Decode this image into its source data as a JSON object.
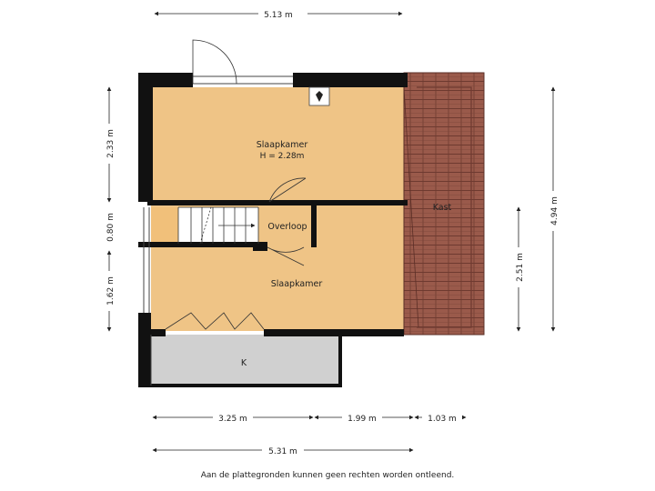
{
  "dimensions": {
    "top": "5.13 m",
    "left_upper": "2.33 m",
    "left_middle": "0.80 m",
    "left_lower": "1.62 m",
    "right_inner": "2.51 m",
    "right_outer": "4.94 m",
    "bottom_a": "3.25 m",
    "bottom_b": "1.99 m",
    "bottom_c": "1.03 m",
    "bottom_total": "5.31 m"
  },
  "rooms": {
    "slaapkamer_top": {
      "name": "Slaapkamer",
      "height": "H = 2.28m"
    },
    "overloop": {
      "name": "Overloop"
    },
    "slaapkamer_bottom": {
      "name": "Slaapkamer"
    },
    "kast": {
      "name": "Kast"
    },
    "k": {
      "name": "K"
    }
  },
  "colors": {
    "floor": "#efc486",
    "stair_landing": "#f1c07a",
    "wall": "#111111",
    "roof_tile": "#9a5a4b",
    "roof_tile_line": "#6e3a30",
    "storage": "#d0d0d0"
  },
  "footer": {
    "disclaimer": "Aan de plattegronden kunnen geen rechten worden ontleend."
  }
}
